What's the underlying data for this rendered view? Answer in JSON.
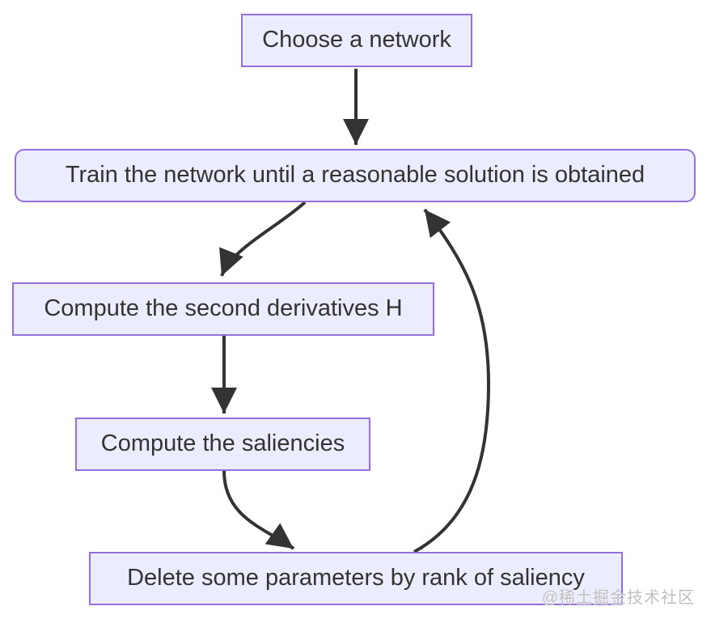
{
  "diagram": {
    "type": "flowchart",
    "direction": "top-down",
    "nodes": [
      {
        "id": "choose",
        "label": "Choose a network",
        "shape": "rect"
      },
      {
        "id": "train",
        "label": "Train the network until a reasonable solution is obtained",
        "shape": "rounded-rect"
      },
      {
        "id": "derivatives",
        "label": "Compute the second derivatives H",
        "shape": "rect"
      },
      {
        "id": "saliencies",
        "label": "Compute the saliencies",
        "shape": "rect"
      },
      {
        "id": "delete",
        "label": "Delete some parameters by rank of saliency",
        "shape": "rect"
      }
    ],
    "edges": [
      {
        "from": "choose",
        "to": "train"
      },
      {
        "from": "train",
        "to": "derivatives"
      },
      {
        "from": "derivatives",
        "to": "saliencies"
      },
      {
        "from": "saliencies",
        "to": "delete"
      },
      {
        "from": "delete",
        "to": "train",
        "note": "loop back"
      }
    ],
    "colors": {
      "node_fill": "#ECECFF",
      "node_border": "#9370DB",
      "node_text": "#333333",
      "edge": "#333333",
      "background": "#FFFFFF"
    }
  },
  "watermark": {
    "text": "@稀土掘金技术社区"
  }
}
